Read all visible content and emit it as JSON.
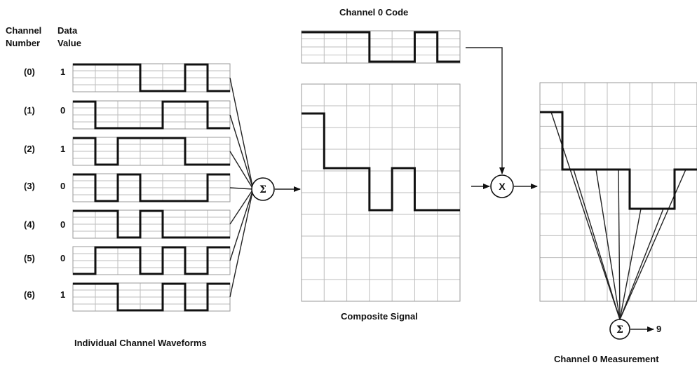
{
  "headers": {
    "channel_number": [
      "Channel",
      "Number"
    ],
    "data_value": [
      "Data",
      "Value"
    ]
  },
  "channels": [
    {
      "label": "(0)",
      "value": "1",
      "code": [
        1,
        1,
        1,
        -1,
        -1,
        1,
        -1
      ]
    },
    {
      "label": "(1)",
      "value": "0",
      "code": [
        1,
        -1,
        -1,
        -1,
        1,
        1,
        -1
      ]
    },
    {
      "label": "(2)",
      "value": "1",
      "code": [
        1,
        -1,
        1,
        1,
        1,
        -1,
        -1
      ]
    },
    {
      "label": "(3)",
      "value": "0",
      "code": [
        1,
        -1,
        1,
        -1,
        -1,
        -1,
        1
      ]
    },
    {
      "label": "(4)",
      "value": "0",
      "code": [
        1,
        1,
        -1,
        1,
        -1,
        -1,
        -1
      ]
    },
    {
      "label": "(5)",
      "value": "0",
      "code": [
        -1,
        1,
        1,
        -1,
        1,
        -1,
        1
      ]
    },
    {
      "label": "(6)",
      "value": "1",
      "code": [
        1,
        1,
        -1,
        -1,
        1,
        -1,
        1
      ]
    }
  ],
  "channel0_code": {
    "title": "Channel 0 Code",
    "code": [
      1,
      1,
      1,
      -1,
      -1,
      1,
      -1
    ]
  },
  "composite": {
    "label": "Composite Signal",
    "levels": [
      3,
      1,
      1,
      -1,
      1,
      -1,
      -1
    ]
  },
  "measurement": {
    "label": "Channel 0 Measurement",
    "products": [
      3,
      1,
      1,
      1,
      -1,
      -1,
      1
    ],
    "result": "9"
  },
  "individual_label": "Individual Channel Waveforms",
  "operators": {
    "sum": "Σ",
    "multiply": "X"
  }
}
